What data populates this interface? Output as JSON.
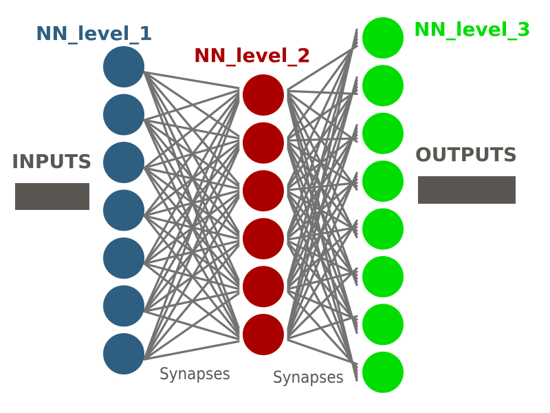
{
  "labels": {
    "level1": "NN_level_1",
    "level2": "NN_level_2",
    "level3": "NN_level_3",
    "inputs": "INPUTS",
    "outputs": "OUTPUTS",
    "synapses_1": "Synapses",
    "synapses_2": "Synapses"
  },
  "layers": [
    {
      "name": "NN_level_1",
      "neurons": 7,
      "color": "#2e5f80"
    },
    {
      "name": "NN_level_2",
      "neurons": 6,
      "color": "#aa0000"
    },
    {
      "name": "NN_level_3",
      "neurons": 8,
      "color": "#00dd00"
    }
  ],
  "colors": {
    "synapse": "#737373",
    "io_bar": "#5a5652",
    "io_text": "#5a5652"
  }
}
